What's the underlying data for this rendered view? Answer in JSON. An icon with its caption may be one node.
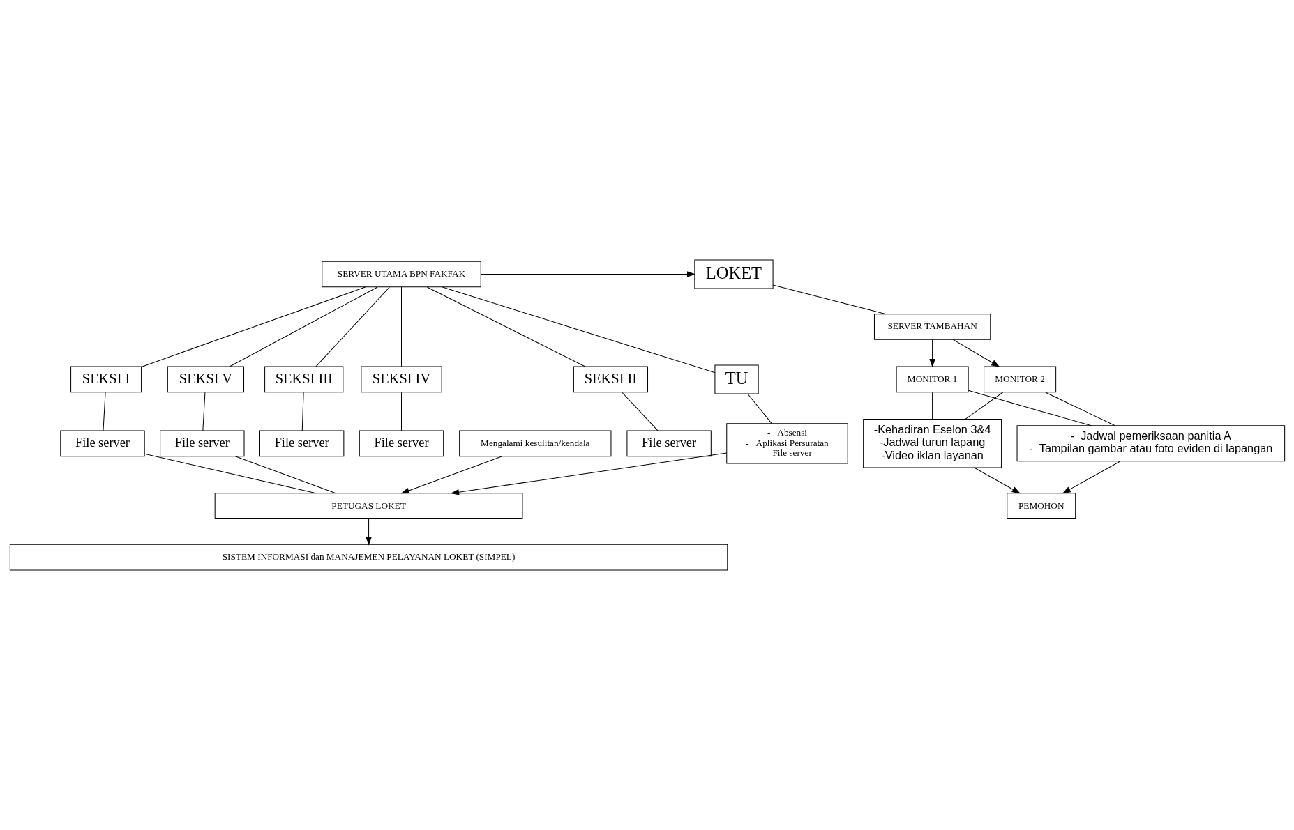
{
  "diagram": {
    "nodes": [
      {
        "text": [
          "SERVER UTAMA BPN FAKFAK"
        ]
      },
      {
        "text": [
          "LOKET"
        ]
      },
      {
        "text": [
          "SERVER TAMBAHAN"
        ]
      },
      {
        "text": [
          "TU"
        ]
      },
      {
        "text": [
          "SEKSI I"
        ]
      },
      {
        "text": [
          "SEKSI II"
        ]
      },
      {
        "text": [
          "SEKSI III"
        ]
      },
      {
        "text": [
          "SEKSI IV"
        ]
      },
      {
        "text": [
          "SEKSI V"
        ]
      },
      {
        "text": [
          "MONITOR 1"
        ]
      },
      {
        "text": [
          "MONITOR 2"
        ]
      },
      {
        "text": [
          "-   Absensi",
          "-   Aplikasi Persuratan",
          "-   File server"
        ]
      },
      {
        "text": [
          "File server"
        ]
      },
      {
        "text": [
          "File server"
        ]
      },
      {
        "text": [
          "File server"
        ]
      },
      {
        "text": [
          "File server"
        ]
      },
      {
        "text": [
          "File server"
        ]
      },
      {
        "text": [
          "-Kehadiran Eselon 3&4",
          "-Jadwal turun lapang",
          "-Video iklan layanan"
        ]
      },
      {
        "text": [
          "-  Jadwal pemeriksaan panitia A",
          "-  Tampilan gambar atau foto eviden di lapangan"
        ]
      },
      {
        "text": [
          "PEMOHON"
        ]
      },
      {
        "text": [
          "Mengalami kesulitan/kendala"
        ]
      },
      {
        "text": [
          "PETUGAS LOKET"
        ]
      },
      {
        "text": [
          "SISTEM INFORMASI dan MANAJEMEN PELAYANAN LOKET (SIMPEL)"
        ]
      }
    ],
    "edges": [
      {
        "from": 0,
        "to": 1,
        "arrow": "to"
      },
      {
        "from": 1,
        "to": 2,
        "arrow": "none"
      },
      {
        "from": 0,
        "to": 3,
        "arrow": "none"
      },
      {
        "from": 0,
        "to": 4,
        "arrow": "none"
      },
      {
        "from": 0,
        "to": 5,
        "arrow": "none"
      },
      {
        "from": 0,
        "to": 6,
        "arrow": "none"
      },
      {
        "from": 0,
        "to": 7,
        "arrow": "none"
      },
      {
        "from": 0,
        "to": 8,
        "arrow": "none"
      },
      {
        "from": 2,
        "to": 9,
        "arrow": "to"
      },
      {
        "from": 2,
        "to": 10,
        "arrow": "to"
      },
      {
        "from": 3,
        "to": 11,
        "arrow": "none"
      },
      {
        "from": 4,
        "to": 12,
        "arrow": "none"
      },
      {
        "from": 5,
        "to": 13,
        "arrow": "none"
      },
      {
        "from": 6,
        "to": 14,
        "arrow": "none"
      },
      {
        "from": 7,
        "to": 15,
        "arrow": "none"
      },
      {
        "from": 8,
        "to": 16,
        "arrow": "none"
      },
      {
        "from": 9,
        "to": 17,
        "arrow": "none"
      },
      {
        "from": 9,
        "to": 18,
        "arrow": "none"
      },
      {
        "from": 10,
        "to": 17,
        "arrow": "none"
      },
      {
        "from": 10,
        "to": 18,
        "arrow": "none"
      },
      {
        "from": 11,
        "to": 21,
        "arrow": "to"
      },
      {
        "from": 12,
        "to": 21,
        "arrow": "none"
      },
      {
        "from": 16,
        "to": 21,
        "arrow": "none"
      },
      {
        "from": 17,
        "to": 19,
        "arrow": "to"
      },
      {
        "from": 18,
        "to": 19,
        "arrow": "to"
      },
      {
        "from": 20,
        "to": 21,
        "arrow": "to"
      },
      {
        "from": 21,
        "to": 22,
        "arrow": "to"
      }
    ]
  }
}
